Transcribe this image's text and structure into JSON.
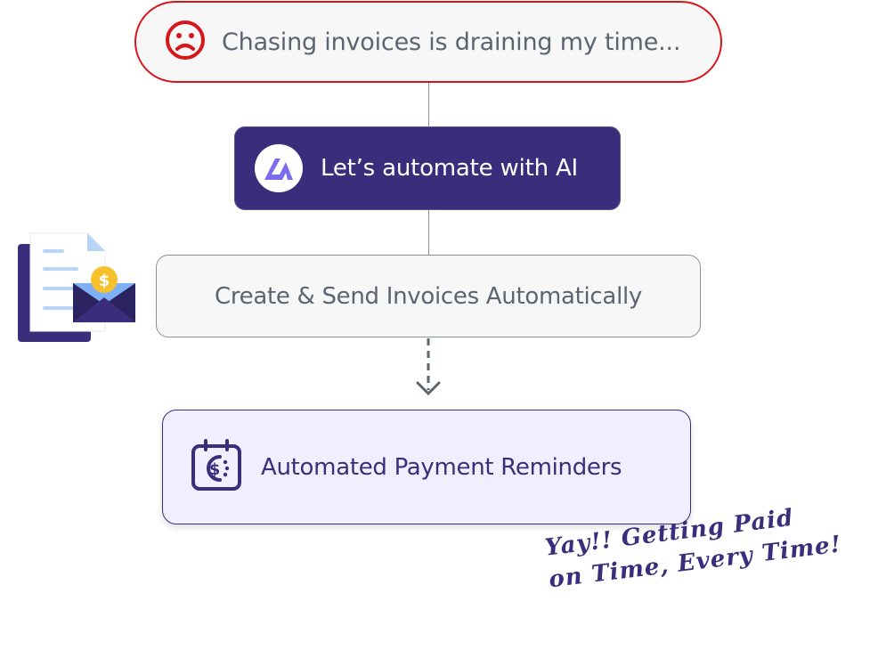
{
  "diagram": {
    "problem": {
      "icon": "sad-face-icon",
      "label": "Chasing invoices is draining my time..."
    },
    "solution": {
      "icon": "ai-logo-icon",
      "label": "Let’s automate with AI"
    },
    "step_create": {
      "icon": "invoice-envelope-icon",
      "label": "Create & Send Invoices Automatically"
    },
    "step_reminders": {
      "icon": "calendar-dollar-icon",
      "label": "Automated Payment Reminders"
    },
    "outcome_note": {
      "line1": "Yay!! Getting Paid",
      "line2": "on Time, Every Time!"
    }
  },
  "colors": {
    "alert_red": "#d7161b",
    "brand_purple": "#3a2e7c",
    "reminder_bg": "#f1efff",
    "neutral_text": "#5c6470",
    "ai_logo_accent": "#7b6cf0",
    "coin_gold": "#f7c12e"
  }
}
